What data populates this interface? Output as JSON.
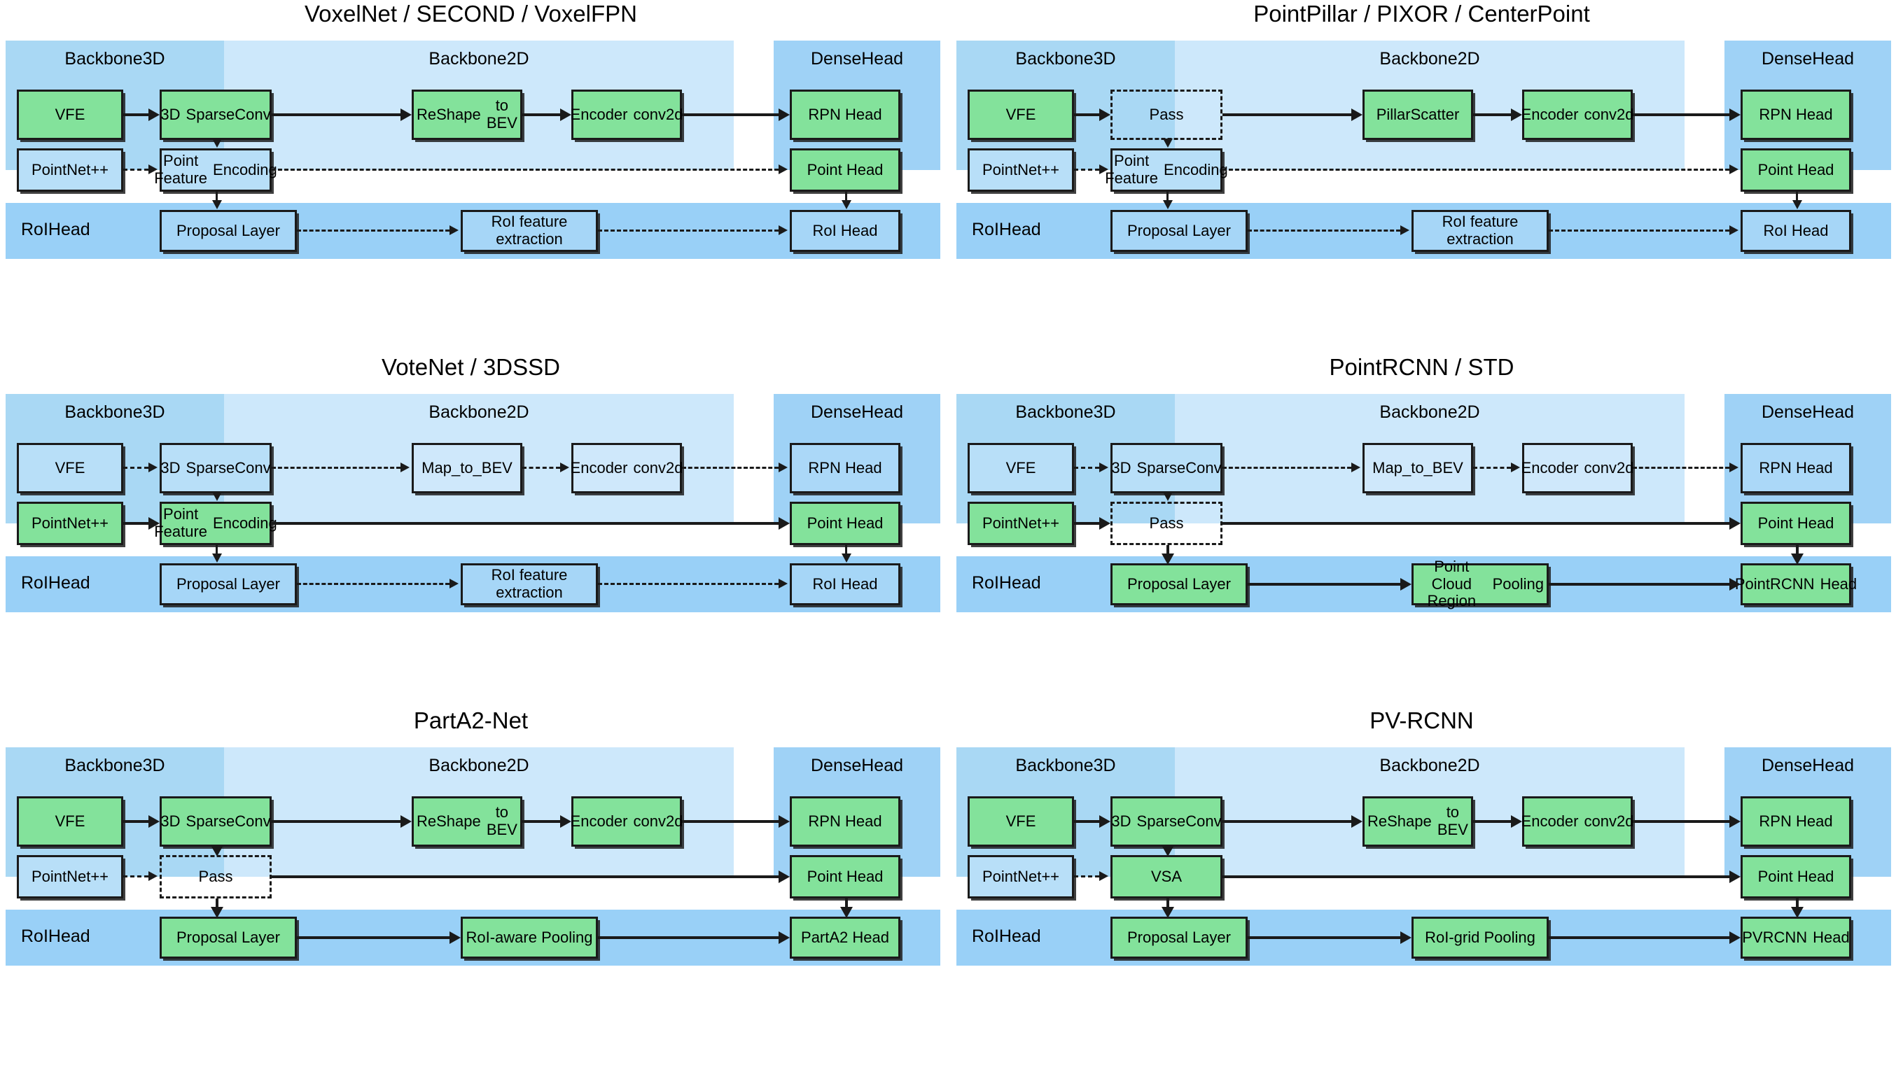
{
  "figure": {
    "bands": {
      "backbone3d": "Backbone3D",
      "backbone2d": "Backbone2D",
      "densehead": "DenseHead",
      "roihead": "RoIHead"
    },
    "colors": {
      "backbone3d_bg": "#a9d8f4",
      "backbone2d_bg": "#cde8fb",
      "densehead_bg": "#9fd2f6",
      "roihead_bg": "#99d0f7",
      "active_green": "#83e29b",
      "inactive_blue": "#b8dff8",
      "stroke": "#1a1a1a"
    }
  },
  "panels": [
    {
      "id": "voxelnet",
      "title": "VoxelNet / SECOND / VoxelFPN",
      "boxes": {
        "vfe": "VFE",
        "sparseconv": "3D\nSparseConv",
        "to_bev": "ReShape\nto BEV",
        "encoder": "Encoder\nconv2d",
        "rpn_head": "RPN Head",
        "pointnet": "PointNet++",
        "pfe": "Point Feature\nEncoding",
        "point_head": "Point Head",
        "proposal": "Proposal Layer",
        "roi_feat": "RoI feature extraction",
        "roi_head": "RoI Head"
      }
    },
    {
      "id": "pointpillar",
      "title": "PointPillar / PIXOR / CenterPoint",
      "boxes": {
        "vfe": "VFE",
        "sparseconv": "Pass",
        "to_bev": "PillarScatter",
        "encoder": "Encoder\nconv2d",
        "rpn_head": "RPN Head",
        "pointnet": "PointNet++",
        "pfe": "Point Feature\nEncoding",
        "point_head": "Point Head",
        "proposal": "Proposal Layer",
        "roi_feat": "RoI feature extraction",
        "roi_head": "RoI Head"
      }
    },
    {
      "id": "votenet",
      "title": "VoteNet / 3DSSD",
      "boxes": {
        "vfe": "VFE",
        "sparseconv": "3D\nSparseConv",
        "to_bev": "Map_to_BEV",
        "encoder": "Encoder\nconv2d",
        "rpn_head": "RPN Head",
        "pointnet": "PointNet++",
        "pfe": "Point Feature\nEncoding",
        "point_head": "Point Head",
        "proposal": "Proposal Layer",
        "roi_feat": "RoI feature extraction",
        "roi_head": "RoI Head"
      }
    },
    {
      "id": "pointrcnn",
      "title": "PointRCNN / STD",
      "boxes": {
        "vfe": "VFE",
        "sparseconv": "3D\nSparseConv",
        "to_bev": "Map_to_BEV",
        "encoder": "Encoder\nconv2d",
        "rpn_head": "RPN Head",
        "pointnet": "PointNet++",
        "pfe": "Pass",
        "point_head": "Point Head",
        "proposal": "Proposal Layer",
        "roi_feat": "Point Cloud Region\nPooling",
        "roi_head": "PointRCNN\nHead"
      }
    },
    {
      "id": "parta2",
      "title": "PartA2-Net",
      "boxes": {
        "vfe": "VFE",
        "sparseconv": "3D\nSparseConv",
        "to_bev": "ReShape\nto BEV",
        "encoder": "Encoder\nconv2d",
        "rpn_head": "RPN Head",
        "pointnet": "PointNet++",
        "pfe": "Pass",
        "point_head": "Point Head",
        "proposal": "Proposal Layer",
        "roi_feat": "RoI-aware Pooling",
        "roi_head": "PartA2 Head"
      }
    },
    {
      "id": "pvrcnn",
      "title": "PV-RCNN",
      "boxes": {
        "vfe": "VFE",
        "sparseconv": "3D\nSparseConv",
        "to_bev": "ReShape\nto BEV",
        "encoder": "Encoder\nconv2d",
        "rpn_head": "RPN Head",
        "pointnet": "PointNet++",
        "pfe": "VSA",
        "point_head": "Point Head",
        "proposal": "Proposal Layer",
        "roi_feat": "RoI-grid Pooling",
        "roi_head": "PVRCNN\nHead"
      }
    }
  ]
}
